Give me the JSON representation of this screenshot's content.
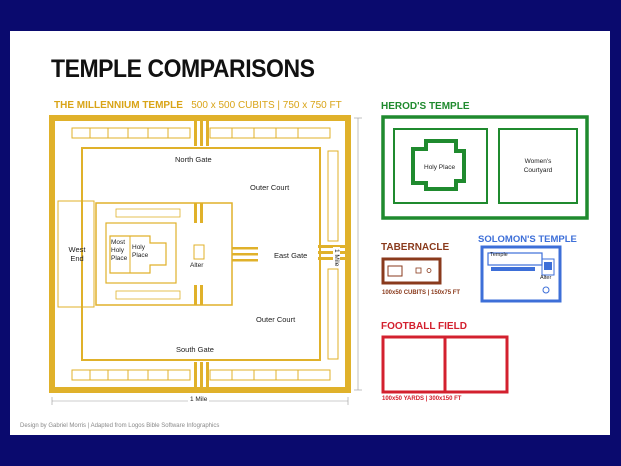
{
  "title": "TEMPLE COMPARISONS",
  "millennium": {
    "title": "THE MILLENNIUM TEMPLE",
    "dims": "500 x 500 CUBITS | 750 x 750 FT",
    "labels": {
      "north_gate": "North Gate",
      "south_gate": "South Gate",
      "east_gate": "East Gate",
      "outer_court_top": "Outer Court",
      "outer_court_bottom": "Outer Court",
      "west_end": "West End",
      "most_holy_place": "Most Holy Place",
      "holy_place": "Holy Place",
      "alter": "Alter"
    },
    "scale_bottom": "1 Mile",
    "scale_right": "1 Mile"
  },
  "herods": {
    "title": "HEROD'S TEMPLE",
    "holy_place": "Holy Place",
    "womens_courtyard": "Women's Courtyard"
  },
  "tabernacle": {
    "title": "TABERNACLE",
    "caption": "100x50 CUBITS | 150x75 FT"
  },
  "solomons": {
    "title": "SOLOMON'S TEMPLE",
    "temple": "Temple",
    "alter": "Alter"
  },
  "football": {
    "title": "FOOTBALL FIELD",
    "caption": "100x50 YARDS | 300x150 FT"
  },
  "credit": "Design by Gabriel Morris | Adapted from Logos Bible Software Infographics",
  "colors": {
    "background": "#0a0a6e",
    "millennium": "#e0b12a",
    "herods": "#1f8a2e",
    "tabernacle": "#8a3a1c",
    "solomons": "#3d6fd8",
    "football": "#d3202e"
  }
}
